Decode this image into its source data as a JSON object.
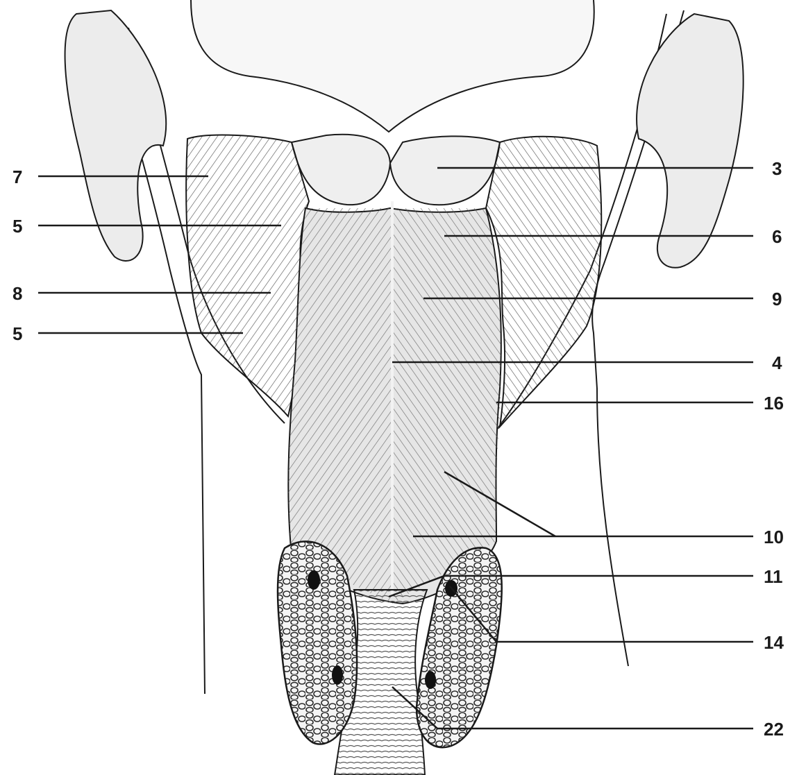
{
  "figure": {
    "subtitle": "(вид сзади)",
    "labels_left": [
      "7",
      "5",
      "8",
      "5"
    ],
    "labels_right": [
      "3",
      "6",
      "9",
      "4",
      "16",
      "10",
      "11",
      "14",
      "22"
    ],
    "colors": {
      "line": "#1a1a1a",
      "fill_light": "#ececec",
      "fill_muscle": "#e2e2e2",
      "background": "#ffffff"
    }
  }
}
